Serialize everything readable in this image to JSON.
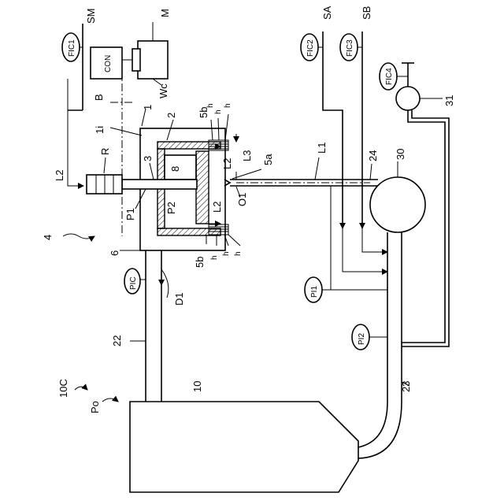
{
  "labels": {
    "sm": "SM",
    "m": "M",
    "con": "CON",
    "fic1": "FIC1",
    "b": "B",
    "wc": "Wc",
    "one": "1",
    "one_i": "1i",
    "two": "2",
    "r": "R",
    "l2_left": "L2",
    "three": "3",
    "eight": "8",
    "p1": "P1",
    "p2": "P2",
    "five_b_top": "5b",
    "five_b_bot": "5b",
    "h1": "h",
    "h2": "h",
    "h3": "h",
    "h4": "h",
    "h5": "h",
    "h6": "h",
    "l2_top": "L2",
    "l3": "L3",
    "l2_bot": "L2",
    "five_a": "5a",
    "o1": "O1",
    "l1": "L1",
    "sa": "SA",
    "sb": "SB",
    "fic2": "FIC2",
    "fic3": "FIC3",
    "fic4": "FIC4",
    "twenty_four": "24",
    "thirty": "30",
    "thirty_one": "31",
    "four": "4",
    "six": "6",
    "pic": "PIC",
    "d1": "D1",
    "pi1": "PI1",
    "pi2": "PI2",
    "twenty_two": "22",
    "ten": "10",
    "ten_c": "10C",
    "po": "Po",
    "twenty_three": "23"
  }
}
